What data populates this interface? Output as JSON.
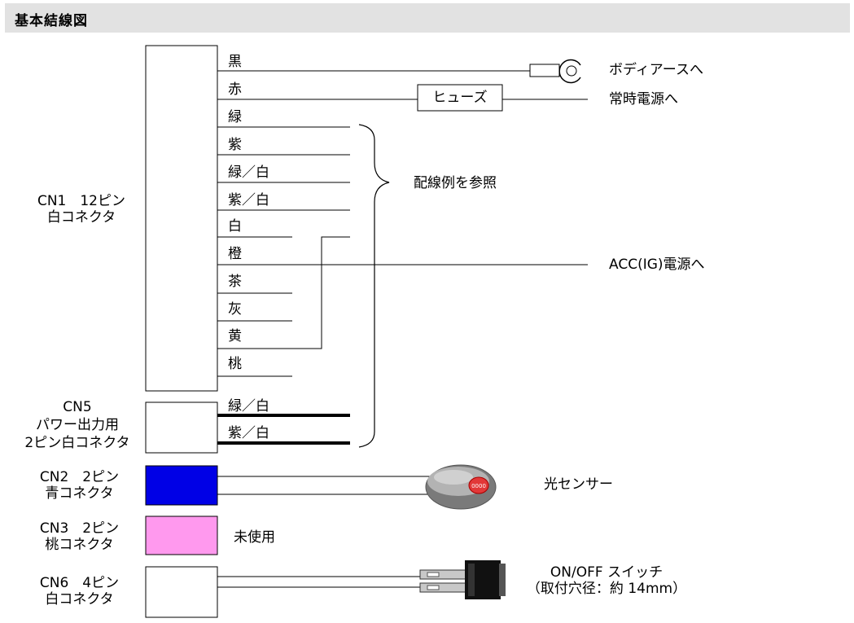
{
  "header": {
    "title": "基本結線図"
  },
  "connectors": {
    "cn1": {
      "line1": "CN1　12ピン",
      "line2": "白コネクタ"
    },
    "cn5": {
      "line1": "CN5",
      "line2": "パワー出力用",
      "line3": "2ピン白コネクタ"
    },
    "cn2": {
      "line1": "CN2　2ピン",
      "line2": "青コネクタ",
      "color": "#0000e6"
    },
    "cn3": {
      "line1": "CN3　2ピン",
      "line2": "桃コネクタ",
      "color": "#ff99ee"
    },
    "cn6": {
      "line1": "CN6　4ピン",
      "line2": "白コネクタ"
    }
  },
  "wires": {
    "cn1": [
      "黒",
      "赤",
      "緑",
      "紫",
      "緑／白",
      "紫／白",
      "白",
      "橙",
      "茶",
      "灰",
      "黄",
      "桃"
    ],
    "cn5": [
      "緑／白",
      "紫／白"
    ]
  },
  "fuse": {
    "label": "ヒューズ"
  },
  "destinations": {
    "body_ground": "ボディアースへ",
    "constant_power": "常時電源へ",
    "see_example": "配線例を参照",
    "acc_power": "ACC(IG)電源へ",
    "light_sensor": "光センサー",
    "unused": "未使用",
    "switch_line1": "ON/OFF スイッチ",
    "switch_line2": "（取付穴径：約 14mm）"
  },
  "sensor": {
    "mark": "0000"
  }
}
